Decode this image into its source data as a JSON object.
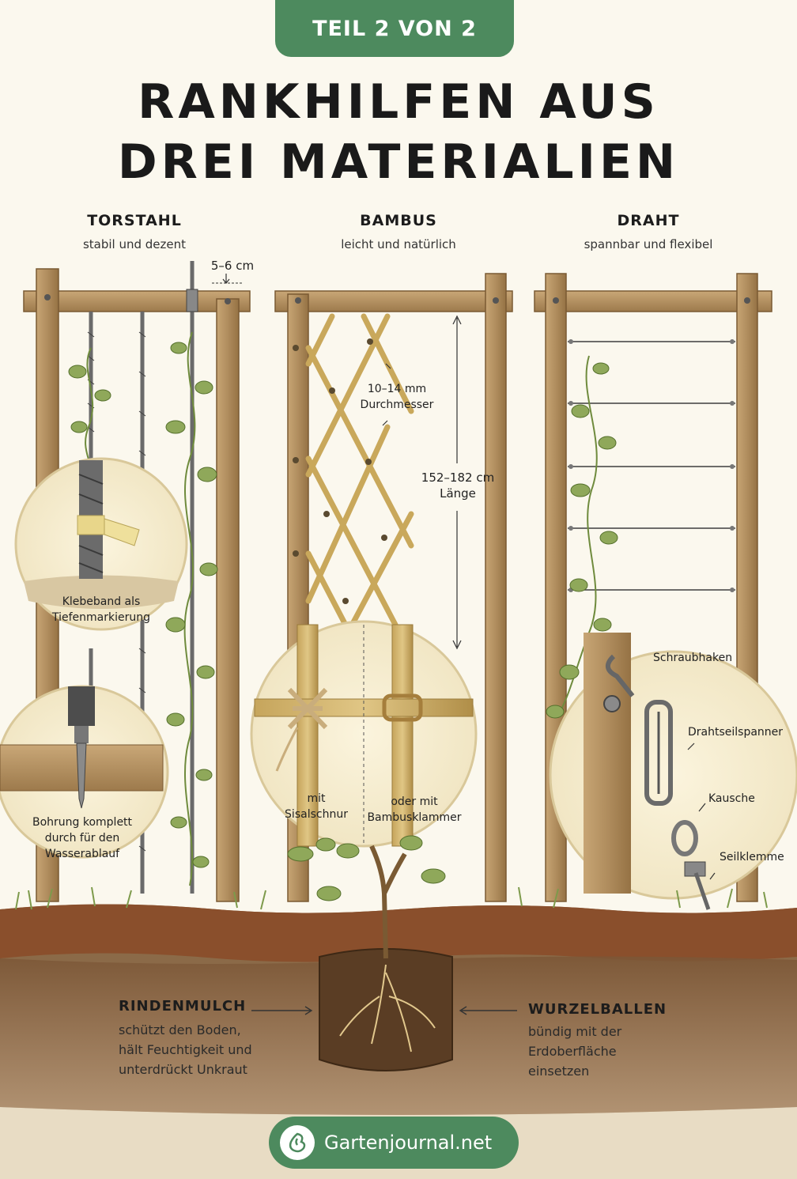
{
  "badge": "TEIL 2 VON 2",
  "title": {
    "line1": "RANKHILFEN AUS",
    "line2": "DREI MATERIALIEN"
  },
  "columns": [
    {
      "heading": "TORSTAHL",
      "sub": "stabil und dezent"
    },
    {
      "heading": "BAMBUS",
      "sub": "leicht und natürlich"
    },
    {
      "heading": "DRAHT",
      "sub": "spannbar und flexibel"
    }
  ],
  "torstahl": {
    "spacing": "5–6 cm",
    "tape_label": [
      "Klebeband als",
      "Tiefenmarkierung"
    ],
    "drill_label": [
      "Bohrung komplett",
      "durch für den",
      "Wasserablauf"
    ]
  },
  "bambus": {
    "diameter": [
      "10–14 mm",
      "Durchmesser"
    ],
    "length": [
      "152–182 cm",
      "Länge"
    ],
    "sisal_label": [
      "mit",
      "Sisalschnur"
    ],
    "clamp_label": [
      "oder mit",
      "Bambusklammer"
    ]
  },
  "draht": {
    "hook": "Schraubhaken",
    "tensioner": "Drahtseilspanner",
    "thimble": "Kausche",
    "clamp": "Seilklemme"
  },
  "bottom": {
    "mulch_heading": "RINDENMULCH",
    "mulch_text": [
      "schützt den Boden,",
      "hält Feuchtigkeit und",
      "unterdrückt Unkraut"
    ],
    "root_heading": "WURZELBALLEN",
    "root_text": [
      "bündig mit der",
      "Erdoberfläche",
      "einsetzen"
    ]
  },
  "brand": "Gartenjournal.net",
  "colors": {
    "accent": "#4d8a5e",
    "wood": "#b08d5e",
    "background": "#fbf8ee",
    "soil": "#6b4a30"
  }
}
